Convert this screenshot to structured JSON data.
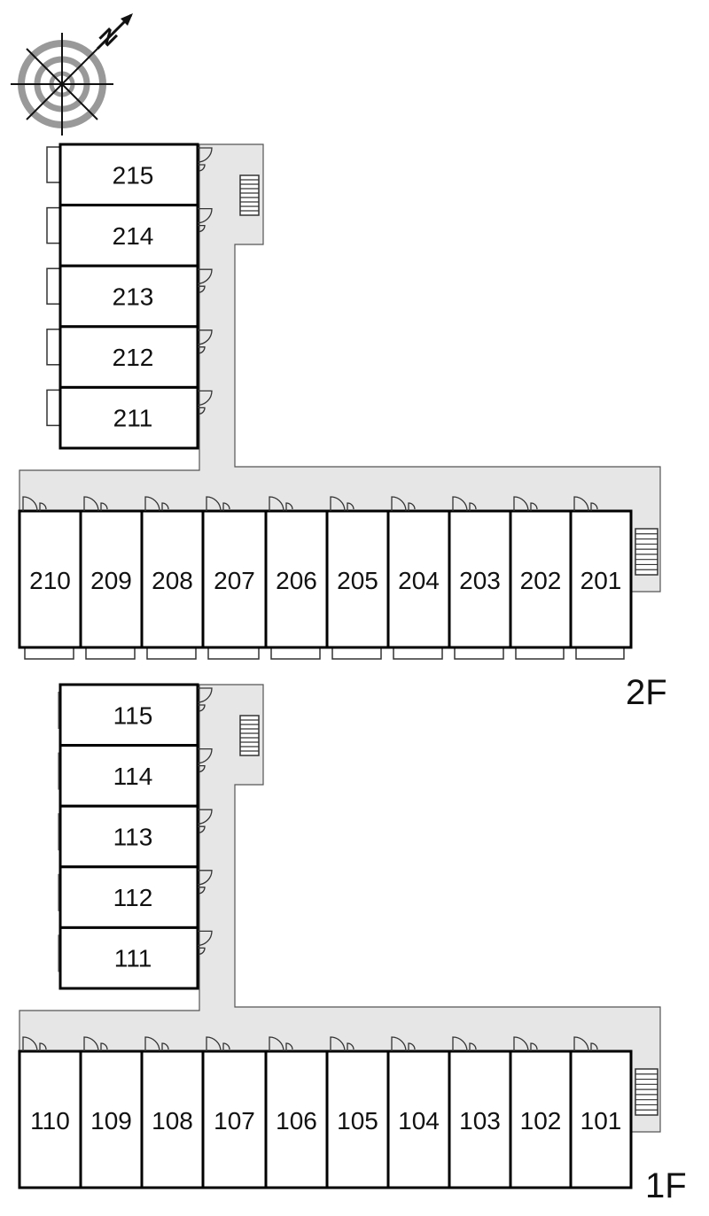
{
  "compass": {
    "north_label": "N"
  },
  "floors": [
    {
      "id": "2F",
      "label": "2F",
      "wing_units": [
        "215",
        "214",
        "213",
        "212",
        "211"
      ],
      "row_units": [
        "210",
        "209",
        "208",
        "207",
        "206",
        "205",
        "204",
        "203",
        "202",
        "201"
      ]
    },
    {
      "id": "1F",
      "label": "1F",
      "wing_units": [
        "115",
        "114",
        "113",
        "112",
        "111"
      ],
      "row_units": [
        "110",
        "109",
        "108",
        "107",
        "106",
        "105",
        "104",
        "103",
        "102",
        "101"
      ]
    }
  ],
  "colors": {
    "corridor": "#e6e6e6",
    "wall": "#000000",
    "compass_ring": "#999999"
  },
  "icons": {
    "door": "door-swing-icon",
    "stairs": "stairs-icon",
    "compass": "compass-rose-icon"
  }
}
